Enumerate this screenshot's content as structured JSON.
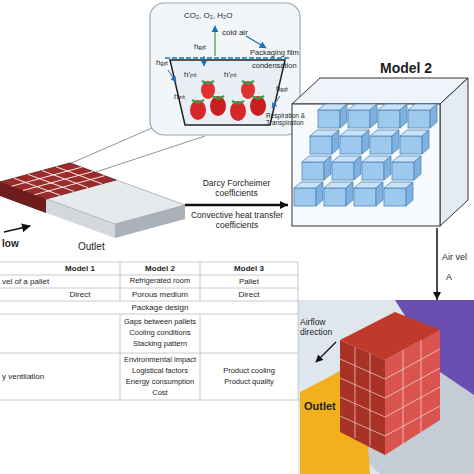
{
  "diagram": {
    "nodes": [
      {
        "text": [
          "Outlet"
        ]
      },
      {
        "text": [
          "Model 2"
        ]
      },
      {
        "text": [
          "Airflow direction",
          "Outlet"
        ]
      }
    ],
    "edges": [
      {
        "from": 0,
        "to": 1,
        "arrow": "to",
        "label": "Darcy Forcheimer coefficients"
      },
      {
        "from": 1,
        "to": 2,
        "arrow": "to",
        "label": "Air vel"
      }
    ],
    "labels": [
      "low",
      "CO₂, O₂, H₂O",
      "cold air",
      "hₑₓₜ",
      "Packaging film",
      "condensation",
      "hₑₓₜ",
      "h'ᵢₙₜ",
      "hᵢₙₜ",
      "h'ᵢₙₜ",
      "Respiration & Transpiration",
      "hₑₓₜ",
      "Convective heat transfer coefficients",
      "A",
      "Model 1",
      "Model 2",
      "Model 3",
      "vel of a pallet",
      "Refrigerated room",
      "Pallet",
      "Direct",
      "Porous medium",
      "Direct",
      "Package design",
      "Gaps between pallets",
      "Cooling conditions",
      "Stacking pattern",
      "y ventilation",
      "Environmental impact",
      "Logistical factors",
      "Energy consumption",
      "Cost",
      "Product cooling",
      "Product quality"
    ]
  }
}
